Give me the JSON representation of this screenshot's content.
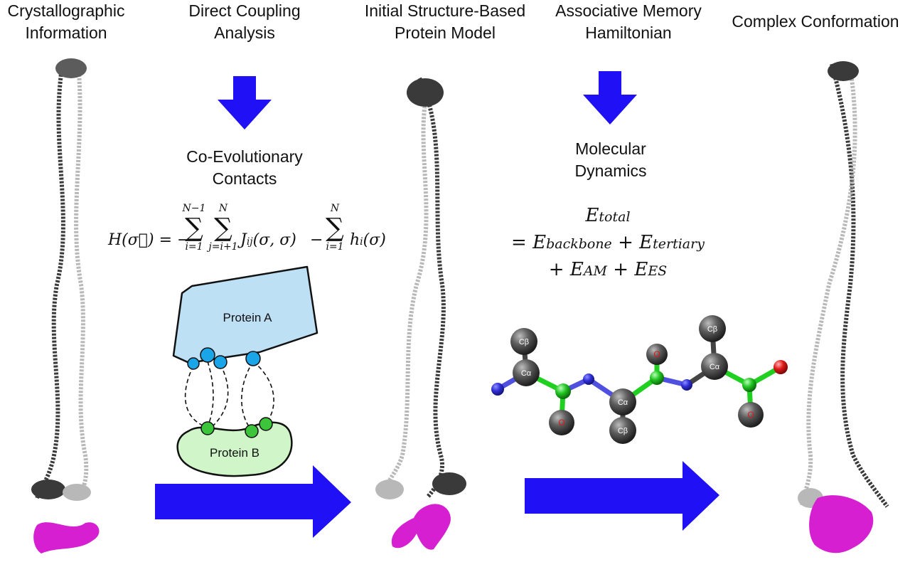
{
  "colors": {
    "arrow": "#1f10f5",
    "protein_a_fill": "#bde0f5",
    "protein_b_fill": "#cff5c8",
    "residue_a": "#1aa5e8",
    "residue_b": "#3cc43a",
    "chain_dark": "#3a3a3a",
    "chain_light": "#b8b8b8",
    "chain_magenta": "#d61fd1",
    "atom_carbon": "#5a5a5a",
    "atom_nitrogen": "#3434d8",
    "atom_green": "#22c422",
    "atom_oxygen": "#e01818",
    "bond_green": "#20d020",
    "bond_blue": "#5050e0"
  },
  "headings": {
    "crystallographic": "Crystallographic Information",
    "dca": "Direct Coupling Analysis",
    "initial_model": "Initial Structure-Based Protein Model",
    "amh": "Associative Memory Hamiltonian",
    "complex": "Complex Conformation"
  },
  "steps": {
    "coevolution": "Co-Evolutionary Contacts",
    "md": "Molecular Dynamics"
  },
  "equations": {
    "hamiltonian": {
      "lhs": "H(σ⃗) = −",
      "sum1_top": "N−1",
      "sum1_bottom": "i=1",
      "sum2_top": "N",
      "sum2_bottom": "j=i+1",
      "term1": "J",
      "term1_sub": "ij",
      "term1_args": "(σ, σ)",
      "minus": "−",
      "sum3_top": "N",
      "sum3_bottom": "i=1",
      "term2": "h",
      "term2_sub": "i",
      "term2_args": "(σ)"
    },
    "energy": {
      "line1": "E",
      "line1_sub": "total",
      "line2_prefix": "= E",
      "line2_sub1": "backbone",
      "line2_mid": " + E",
      "line2_sub2": "tertiary",
      "line3_prefix": "+ E",
      "line3_sub1": "AM",
      "line3_mid": " + E",
      "line3_sub2": "ES"
    }
  },
  "proteins": {
    "a_label": "Protein A",
    "b_label": "Protein B"
  },
  "atoms": {
    "c_beta": "Cβ",
    "c_alpha": "Cα",
    "oxygen": "O"
  }
}
